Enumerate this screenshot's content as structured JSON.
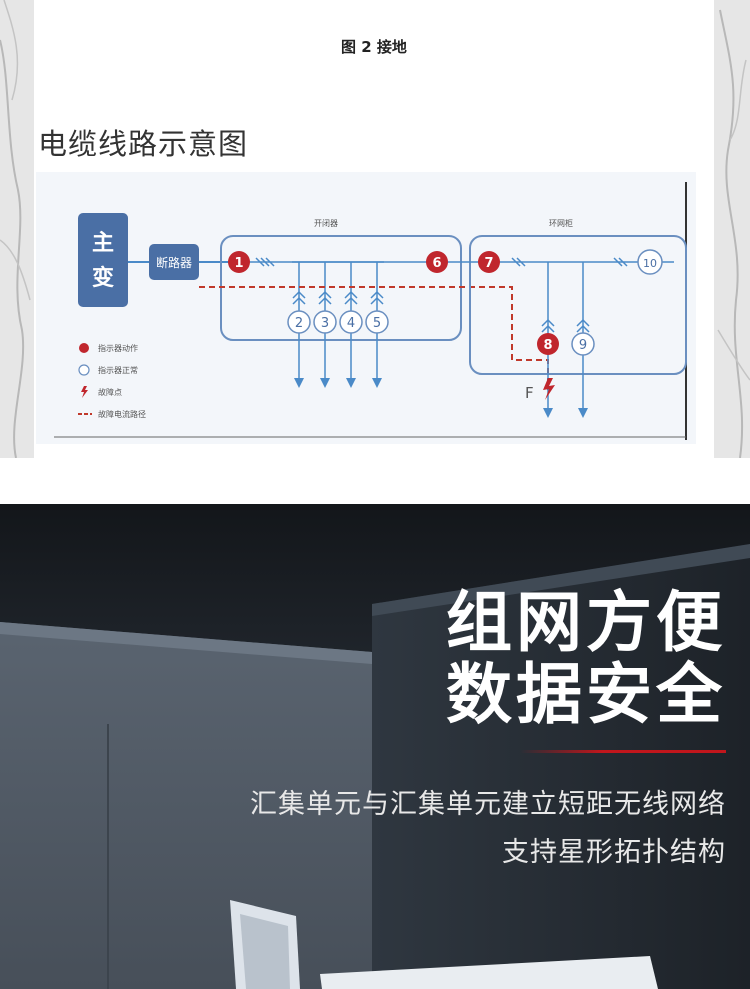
{
  "figure": {
    "caption": "图 2 接地",
    "title": "电缆线路示意图"
  },
  "diagram": {
    "main_transformer": [
      "主",
      "变"
    ],
    "breaker": "断路器",
    "switch_group_label": "开闭器",
    "ring_cabinet_label": "环网柜",
    "nodes_active": [
      "1",
      "6",
      "7",
      "8"
    ],
    "nodes_normal": [
      "2",
      "3",
      "4",
      "5",
      "9",
      "10"
    ],
    "fault_label": "F",
    "legend": [
      {
        "symbol": "filled-circle",
        "text": "指示器动作"
      },
      {
        "symbol": "hollow-circle",
        "text": "指示器正常"
      },
      {
        "symbol": "lightning",
        "text": "故障点"
      },
      {
        "symbol": "dashed-line",
        "text": "故障电流路径"
      }
    ],
    "colors": {
      "node_red": "#c0262d",
      "box_blue": "#4a6fa5",
      "flow_blue": "#4a8ac8",
      "dashed_red": "#c0392b"
    }
  },
  "promo": {
    "headline_1": "组网方便",
    "headline_2": "数据安全",
    "subtitle_1": "汇集单元与汇集单元建立短距无线网络",
    "subtitle_2": "支持星形拓扑结构",
    "accent_color": "#c1161c"
  }
}
